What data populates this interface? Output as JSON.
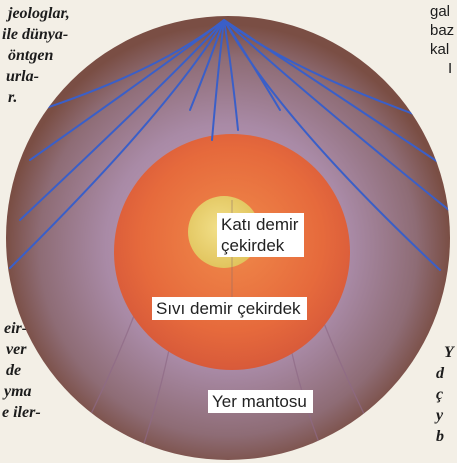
{
  "left_column_top": [
    "jeologlar,",
    "ile dünya-",
    "öntgen",
    "urla-",
    "r."
  ],
  "left_column_bottom": [
    "eir-",
    "ver",
    "de",
    "yma",
    "e iler-"
  ],
  "right_column_top": [
    "gal",
    "baz",
    "kal",
    "I"
  ],
  "right_column_bottom": [
    "Y",
    "d",
    "ç",
    "y",
    "b"
  ],
  "labels": {
    "inner_core": [
      "Katı demir",
      "çekirdek"
    ],
    "outer_core": "Sıvı demir çekirdek",
    "mantle": "Yer mantosu"
  },
  "colors": {
    "mantle_edge": "#8a5a52",
    "mantle_inner": "#b28aa3",
    "outer_core": "#e86a3a",
    "inner_core": "#e8cf6a",
    "seismic_waves": "#3a5fc8",
    "page": "#f3efe6"
  }
}
